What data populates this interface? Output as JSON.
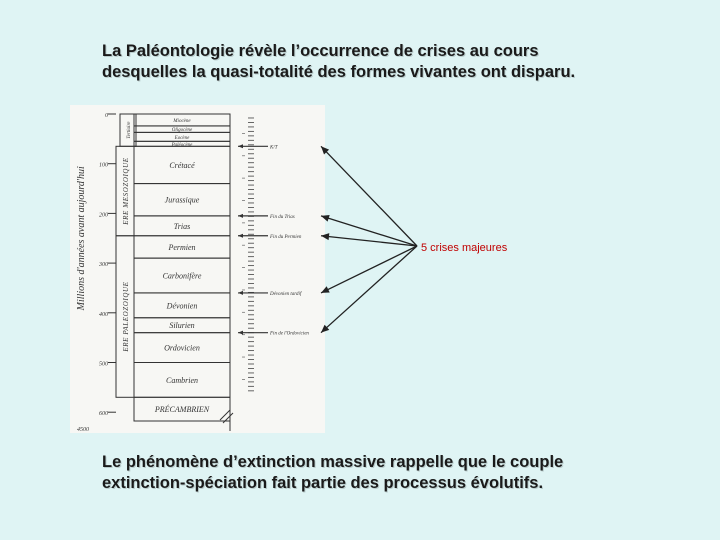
{
  "slide": {
    "title_lines": [
      "La Paléontologie révèle l’occurrence de crises au cours",
      "desquelles la quasi-totalité des formes vivantes ont disparu."
    ],
    "conclusion_lines": [
      "Le phénomène d’extinction massive rappelle que le couple",
      "extinction-spéciation fait partie des processus évolutifs."
    ]
  },
  "annotation": {
    "label": "5 crises majeures",
    "color": "#c00000"
  },
  "diagram": {
    "axis_title": "Millions d'années avant aujourd'hui",
    "axis_ticks": [
      {
        "label": "0",
        "value": 0
      },
      {
        "label": "100",
        "value": 100
      },
      {
        "label": "200",
        "value": 200
      },
      {
        "label": "300",
        "value": 300
      },
      {
        "label": "400",
        "value": 400
      },
      {
        "label": "500",
        "value": 500
      },
      {
        "label": "600",
        "value": 600
      },
      {
        "label": "4500",
        "value": 4500
      }
    ],
    "eras": [
      {
        "label": "ERE MESOZOIQUE",
        "from": 65,
        "to": 245
      },
      {
        "label": "ERE PALEOZOIQUE",
        "from": 245,
        "to": 570
      }
    ],
    "tertiary_label": "Tertiaire",
    "periods": [
      {
        "label": "Miocène",
        "from": 0,
        "to": 24
      },
      {
        "label": "Oligocène",
        "from": 24,
        "to": 37
      },
      {
        "label": "Eocène",
        "from": 37,
        "to": 55
      },
      {
        "label": "Paléocène",
        "from": 55,
        "to": 65
      },
      {
        "label": "Crétacé",
        "from": 65,
        "to": 140
      },
      {
        "label": "Jurassique",
        "from": 140,
        "to": 205
      },
      {
        "label": "Trias",
        "from": 205,
        "to": 245
      },
      {
        "label": "Permien",
        "from": 245,
        "to": 290
      },
      {
        "label": "Carbonifère",
        "from": 290,
        "to": 360
      },
      {
        "label": "Dévonien",
        "from": 360,
        "to": 410
      },
      {
        "label": "Silurien",
        "from": 410,
        "to": 440
      },
      {
        "label": "Ordovicien",
        "from": 440,
        "to": 500
      },
      {
        "label": "Cambrien",
        "from": 500,
        "to": 570
      },
      {
        "label": "PRÉCAMBRIEN",
        "from": 570,
        "to": 4500
      }
    ],
    "crises": [
      {
        "label": "K/T",
        "value": 65
      },
      {
        "label": "Fin du Trias",
        "value": 205
      },
      {
        "label": "Fin du Permien",
        "value": 245
      },
      {
        "label": "Dévonien tardif",
        "value": 360
      },
      {
        "label": "Fin de l'Ordovicien",
        "value": 440
      }
    ]
  }
}
